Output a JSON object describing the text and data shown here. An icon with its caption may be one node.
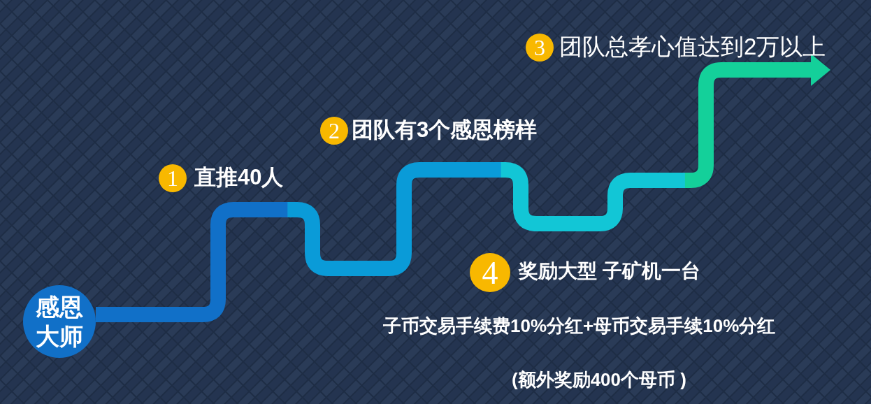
{
  "diagram": {
    "nodes": [
      {
        "text": [
          "感恩大师"
        ]
      },
      {
        "text": [
          "1"
        ],
        "beside": [
          "直推40人"
        ]
      },
      {
        "text": [
          "2"
        ],
        "beside": [
          "团队有3个感恩榜样"
        ]
      },
      {
        "text": [
          "3"
        ],
        "beside": [
          "团队总孝心值达到2万以上"
        ]
      },
      {
        "text": [
          "4"
        ],
        "beside": [
          "奖励大型 子矿机一台"
        ]
      }
    ],
    "edges": [
      {
        "from": 0,
        "to": 3,
        "arrow": "to"
      }
    ],
    "labels": [
      "子币交易手续费10%分红+母币交易手续10%分红",
      "(额外奖励400个母币 )"
    ]
  }
}
